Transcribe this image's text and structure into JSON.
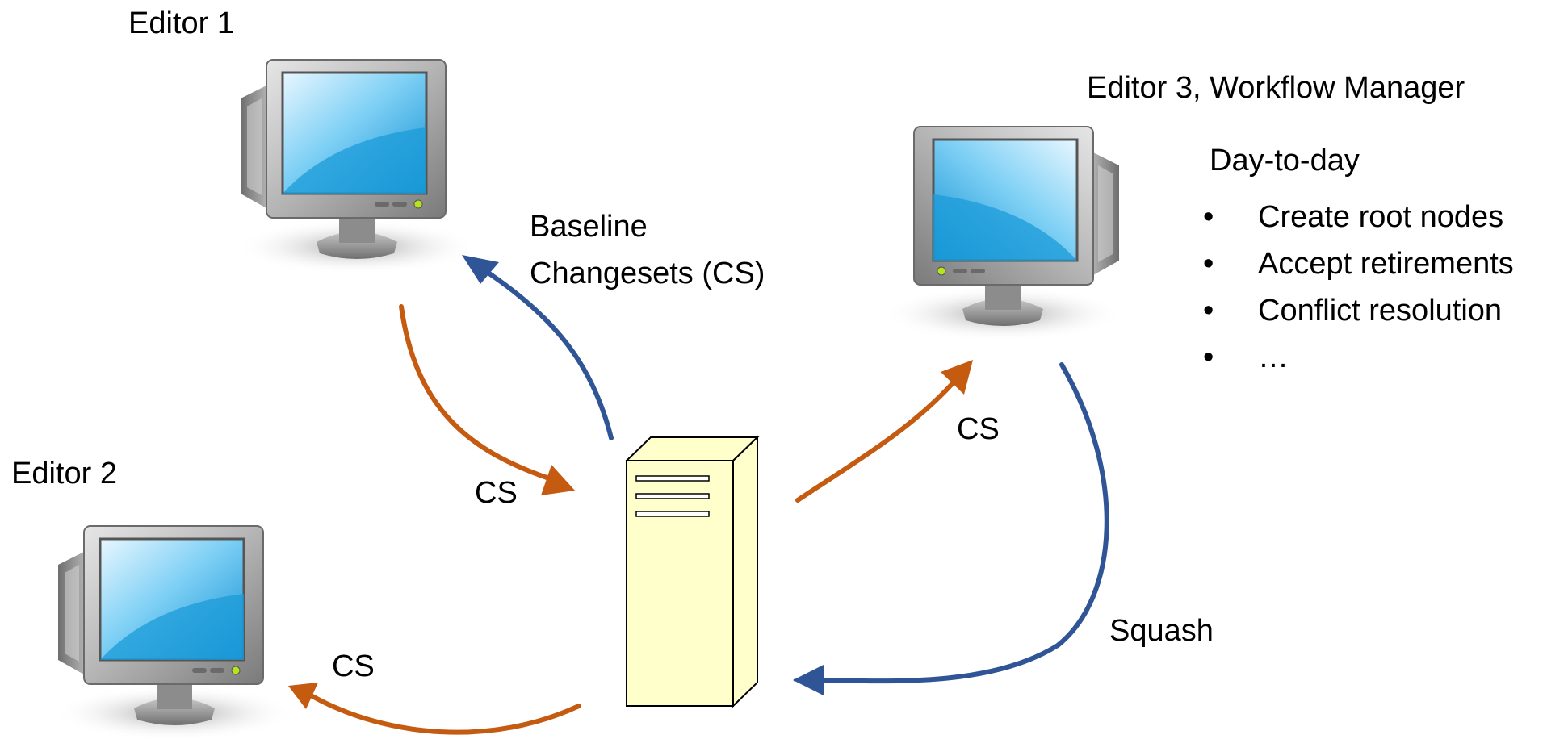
{
  "labels": {
    "editor1": "Editor 1",
    "editor2": "Editor 2",
    "editor3": "Editor 3, Workflow Manager",
    "baseline_line1": "Baseline",
    "baseline_line2": "Changesets (CS)",
    "cs_editor1_to_server": "CS",
    "cs_server_to_editor3": "CS",
    "cs_server_to_editor2": "CS",
    "squash": "Squash"
  },
  "duties": {
    "heading": "Day-to-day",
    "items": [
      "Create root nodes",
      "Accept retirements",
      "Conflict resolution",
      "…"
    ]
  },
  "colors": {
    "changeset_arrow": "#C55A11",
    "sync_arrow": "#2F5597",
    "server_fill": "#FFFFCC",
    "screen_blue": "#29A6E0"
  },
  "icons": {
    "computers": [
      "monitor-icon",
      "monitor-icon",
      "monitor-icon"
    ],
    "server": "server-tower-icon"
  }
}
